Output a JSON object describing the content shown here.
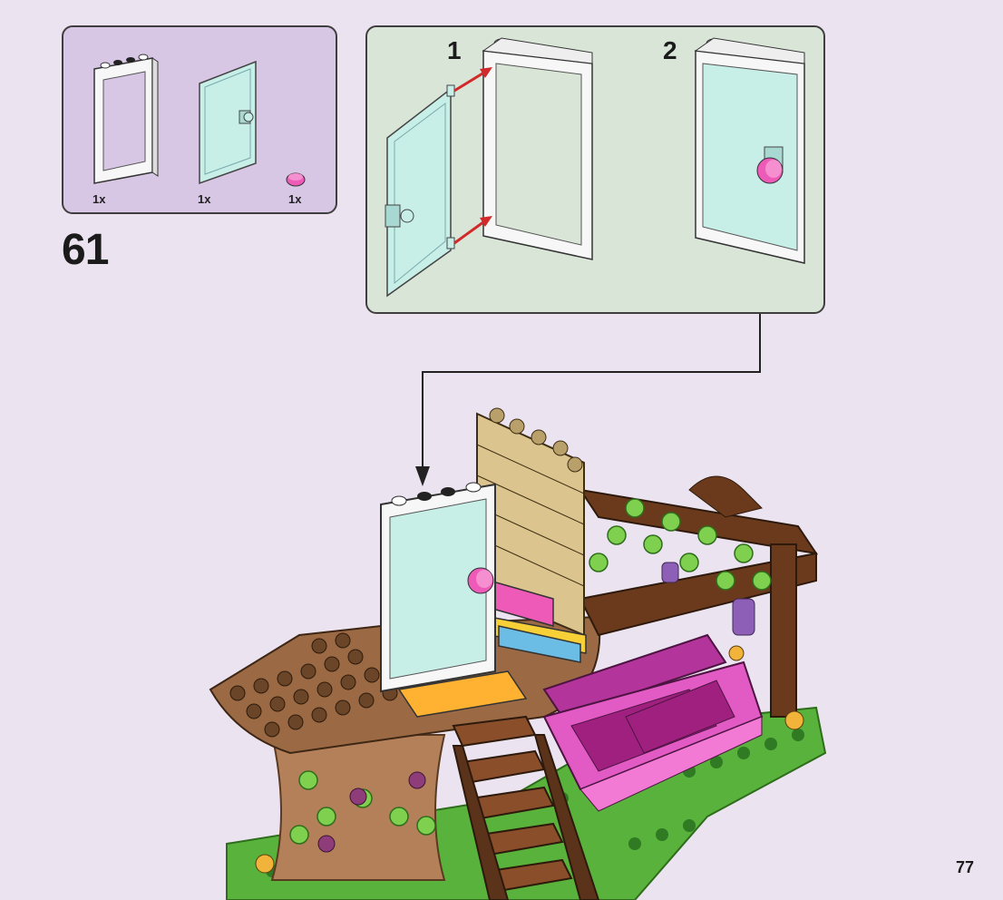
{
  "parts_callout": {
    "items": [
      {
        "name": "white-door-frame",
        "qty": "1x"
      },
      {
        "name": "transparent-door",
        "qty": "1x"
      },
      {
        "name": "pink-round-tile",
        "qty": "1x"
      }
    ]
  },
  "step": {
    "number": "61"
  },
  "sub_steps": {
    "first": "1",
    "second": "2"
  },
  "page": {
    "number": "77"
  },
  "colors": {
    "background": "#ece3f1",
    "parts_box": "#d8c7e4",
    "sub_box": "#d9e6d7",
    "arrow": "#d22a2a",
    "pink": "#ee5ab8",
    "door_glass": "#c8eee8"
  }
}
